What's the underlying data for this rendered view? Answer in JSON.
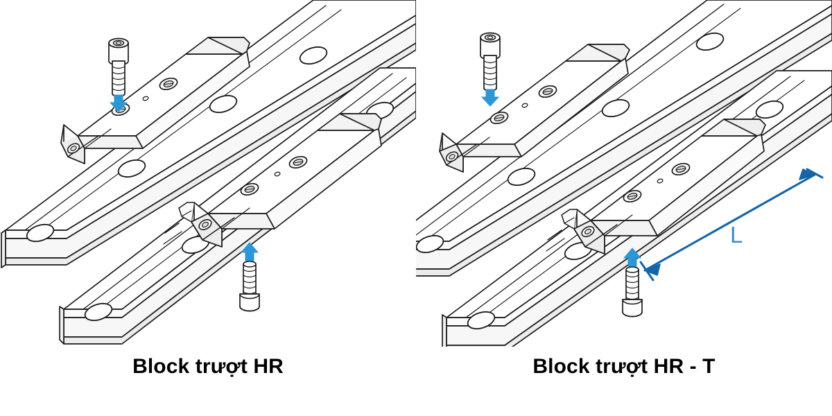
{
  "figure": {
    "type": "technical-illustration",
    "subject": "linear guide rail slide block assembly",
    "background_color": "#ffffff",
    "line_color": "#1a1a1a"
  },
  "panels": [
    {
      "id": "left",
      "caption": "Block trượt HR",
      "has_dimension": false,
      "arrows": [
        {
          "name": "screw-insert-arrow-top",
          "direction": "down",
          "color": "#2D96D4"
        },
        {
          "name": "screw-insert-arrow-bottom",
          "direction": "up",
          "color": "#2D96D4"
        }
      ],
      "parts": [
        {
          "name": "linear-rail-upper"
        },
        {
          "name": "linear-rail-lower"
        },
        {
          "name": "carriage-block-upper"
        },
        {
          "name": "carriage-block-lower"
        },
        {
          "name": "socket-head-cap-screw-upper"
        },
        {
          "name": "socket-head-cap-screw-lower"
        }
      ]
    },
    {
      "id": "right",
      "caption": "Block trượt HR - T",
      "has_dimension": true,
      "arrows": [
        {
          "name": "screw-insert-arrow-top",
          "direction": "down",
          "color": "#2D96D4"
        },
        {
          "name": "screw-insert-arrow-bottom",
          "direction": "up",
          "color": "#2D96D4"
        }
      ],
      "parts": [
        {
          "name": "linear-rail-upper"
        },
        {
          "name": "linear-rail-lower"
        },
        {
          "name": "carriage-block-upper"
        },
        {
          "name": "carriage-block-lower"
        },
        {
          "name": "socket-head-cap-screw-upper"
        },
        {
          "name": "socket-head-cap-screw-lower"
        }
      ],
      "dimension": {
        "label": "L",
        "color": "#1565A8",
        "label_color": "#3C8DC8",
        "style": "double-headed-arrow"
      }
    }
  ],
  "colors": {
    "arrow_blue": "#2D96D4",
    "dimension_blue": "#1565A8",
    "dimension_label_blue": "#3C8DC8",
    "outline": "#1a1a1a",
    "fill": "#ffffff",
    "shade": "#f2f2f2",
    "text": "#000000"
  }
}
